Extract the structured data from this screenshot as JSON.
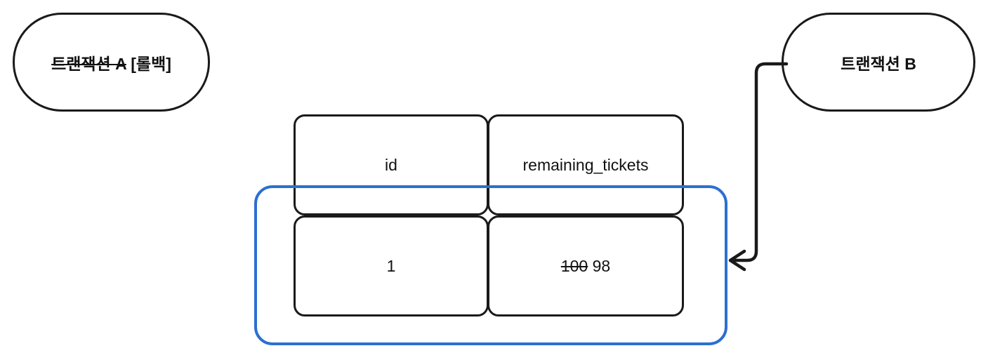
{
  "diagram": {
    "title": "transaction-rollback-dirty-read",
    "accent_blue": "#2C6FD1",
    "stroke_black": "#1A1A1A"
  },
  "transactions": [
    {
      "id": "txn-a",
      "struck_text": "트랜잭션 A",
      "suffix_text": " [롤백]",
      "full_label": "트랜잭션 A [롤백]",
      "state": "rolled-back"
    },
    {
      "id": "txn-b",
      "struck_text": "",
      "suffix_text": "트랜잭션 B",
      "full_label": "트랜잭션 B",
      "state": "active"
    }
  ],
  "table": {
    "headers": [
      "id",
      "remaining_tickets"
    ],
    "rows": [
      {
        "id": "1",
        "remaining_tickets_old": "100",
        "remaining_tickets_new": " 98"
      }
    ]
  },
  "annotations": {
    "row_highlight_color": "#2C6FD1",
    "arrow_icon_name": "arrow-left-icon"
  }
}
